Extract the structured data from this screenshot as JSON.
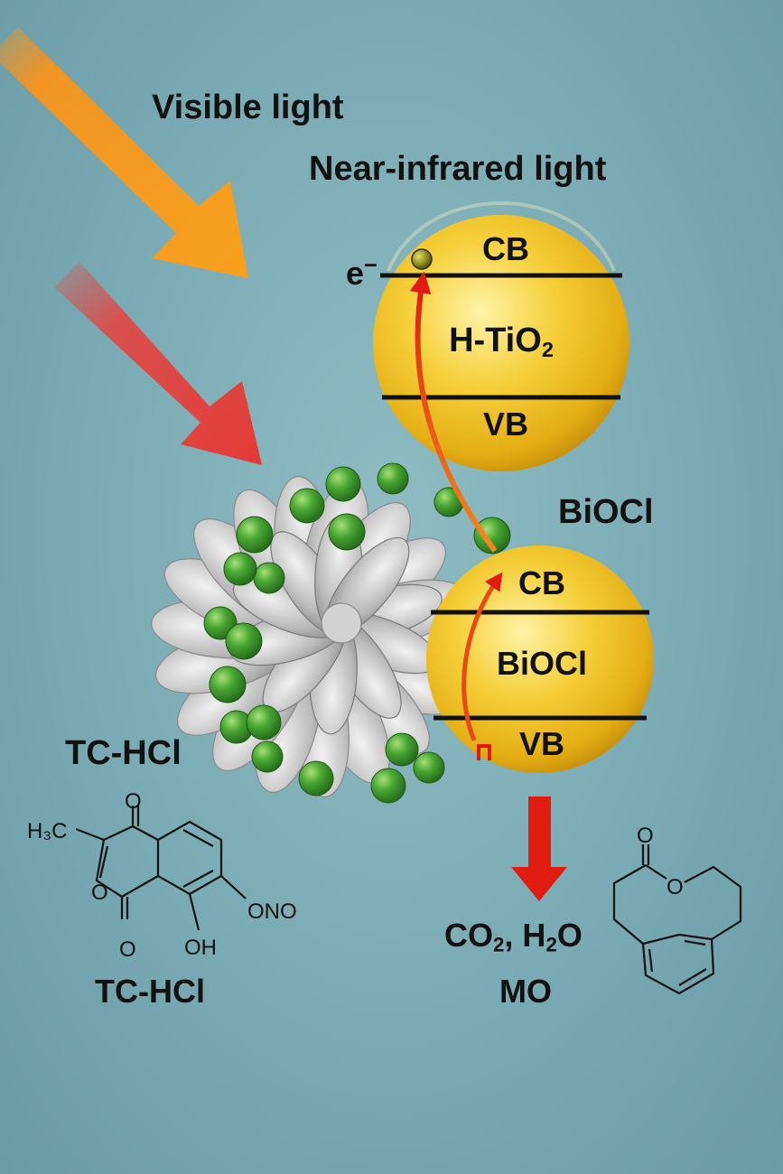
{
  "light": {
    "visible_label": "Visible light",
    "nir_label": "Near-infrared light"
  },
  "h_tio2": {
    "cb": "CB",
    "vb": "VB",
    "name": "H-TiO",
    "name_sub": "2",
    "electron_label": "e",
    "electron_sup": "−"
  },
  "biocl": {
    "outer_label": "BiOCl",
    "cb": "CB",
    "vb": "VB",
    "name": "BiOCl"
  },
  "pollutants": {
    "tc_label_top": "TC-HCl",
    "tc_label_bottom": "TC-HCl",
    "products": {
      "co": "CO",
      "sub1": "2",
      "h": ", H",
      "sub2": "2",
      "o": "O"
    },
    "mo_label": "MO"
  },
  "molecule_tc": {
    "h3c": "H₃C",
    "o_top": "O",
    "o_ring": "O",
    "o_bottom": "O",
    "oh": "OH",
    "ono": "ONO"
  },
  "molecule_mo": {
    "o_carbonyl": "O",
    "o_ester": "O"
  },
  "colors": {
    "background": "#7fb0b8",
    "visible_arrow": "#f7941d",
    "nir_arrow": "#e8413c",
    "sphere_yellow": "#f2c62f",
    "electron_arrow": "#e01b0f",
    "nanoparticle_green": "#3e9a2c"
  }
}
